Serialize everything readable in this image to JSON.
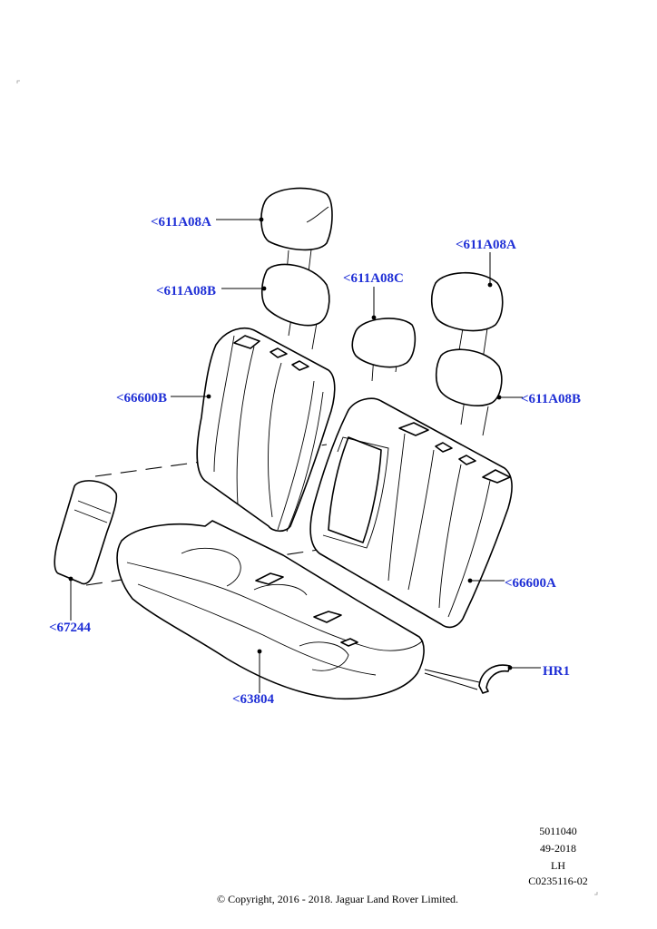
{
  "callouts": {
    "headrest_top_left": "<611A08A",
    "headrest_mid_left": "<611A08B",
    "headrest_center": "<611A08C",
    "headrest_top_right": "<611A08A",
    "headrest_mid_right": "<611A08B",
    "backrest_left": "<66600B",
    "backrest_right": "<66600A",
    "armrest": "<67244",
    "cushion": "<63804",
    "hook": "HR1"
  },
  "meta": {
    "code1": "5011040",
    "code2": "49-2018",
    "side": "LH",
    "illustration_id": "C0235116-02"
  },
  "copyright": "© Copyright, 2016 - 2018. Jaguar Land Rover Limited.",
  "colors": {
    "callout": "#1f2fd6",
    "line": "#000000",
    "background": "#ffffff"
  }
}
